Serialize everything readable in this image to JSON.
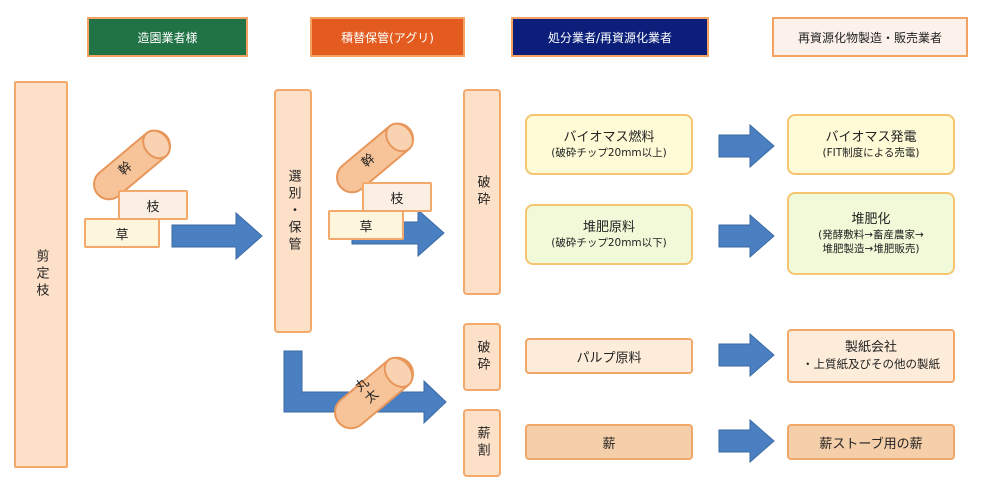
{
  "headers": {
    "landscaper": "造園業者様",
    "storage": "積替保管(アグリ)",
    "processor": "処分業者/再資源化業者",
    "manufacturer": "再資源化物製造・販売業者"
  },
  "colors": {
    "landscaper_bg": "#217346",
    "storage_bg": "#e35b1f",
    "processor_bg": "#0b1f7a",
    "manufacturer_bg": "#fdf1ec",
    "arrow_blue": "#4a7fc1",
    "box_border": "#f2a96a"
  },
  "source": {
    "label": "剪定枝"
  },
  "pieces_left": {
    "trunk": "幹",
    "branch": "枝",
    "grass": "草"
  },
  "sorting": {
    "label": "選別・保管"
  },
  "pieces_mid": {
    "trunk": "幹",
    "branch": "枝",
    "grass": "草"
  },
  "log": {
    "label": "丸太"
  },
  "processes": {
    "crush1": "破砕",
    "crush2": "破砕",
    "split": "薪割"
  },
  "products": {
    "biomass_fuel": {
      "title": "バイオマス燃料",
      "sub": "(破砕チップ20mm以上)"
    },
    "compost_material": {
      "title": "堆肥原料",
      "sub": "(破砕チップ20mm以下)"
    },
    "pulp": {
      "title": "パルプ原料"
    },
    "firewood": {
      "title": "薪"
    }
  },
  "outputs": {
    "biomass_power": {
      "title": "バイオマス発電",
      "sub": "(FIT制度による売電)"
    },
    "compost": {
      "title": "堆肥化",
      "line1": "(発酵敷料→畜産農家→",
      "line2": "堆肥製造→堆肥販売)"
    },
    "paper": {
      "title": "製紙会社",
      "sub": "・上質紙及びその他の製紙"
    },
    "stove": {
      "title": "薪ストーブ用の薪"
    }
  }
}
